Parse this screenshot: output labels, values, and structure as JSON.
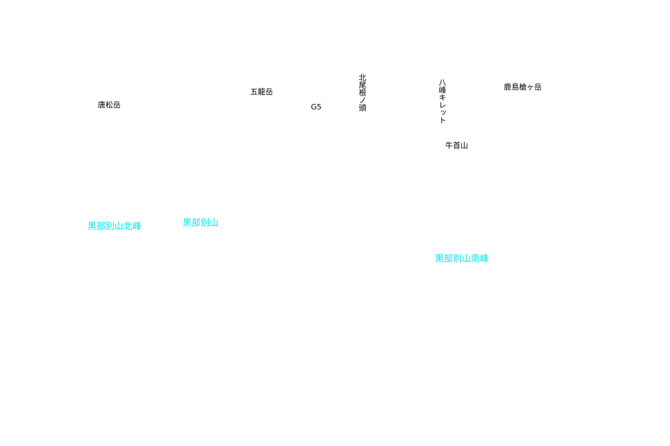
{
  "map": {
    "peaks": {
      "karamatsu": "唐松岳",
      "goryu": "五龍岳",
      "g5": "G5",
      "kitaone": "北尾根ノ頭",
      "hachimine": "八峰キレット",
      "kashimayari": "鹿島槍ヶ岳",
      "ushikubi": "牛首山"
    },
    "kurobe_betsuyama": {
      "north": "黒部別山北峰",
      "main": "黒部別山",
      "south": "黒部別山南峰"
    },
    "colors": {
      "peak_label": "#000000",
      "kurobe_label": "#00e5ee",
      "background": "#ffffff"
    }
  }
}
